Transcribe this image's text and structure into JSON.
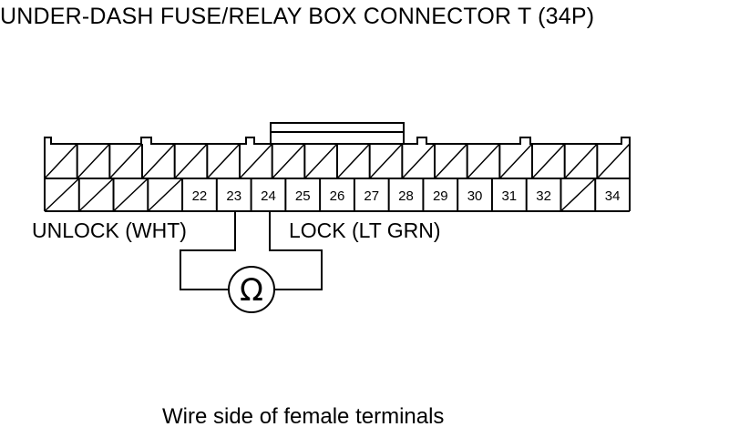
{
  "title": "UNDER-DASH FUSE/RELAY BOX CONNECTOR T (34P)",
  "caption": "Wire side of female terminals",
  "wires": {
    "unlock_label": "UNLOCK (WHT)",
    "lock_label": "LOCK (LT GRN)"
  },
  "meter": {
    "symbol": "Ω",
    "icon": "ohmmeter-icon"
  },
  "connector": {
    "top_row": [
      "",
      "",
      "",
      "",
      "",
      "",
      "",
      "",
      "",
      "",
      "",
      "",
      "",
      "",
      "",
      "",
      "",
      ""
    ],
    "bottom_row": [
      "",
      "",
      "",
      "",
      "22",
      "23",
      "24",
      "25",
      "26",
      "27",
      "28",
      "29",
      "30",
      "31",
      "32",
      "",
      "34"
    ],
    "empty_cell_marker": "diagonal-slash"
  }
}
